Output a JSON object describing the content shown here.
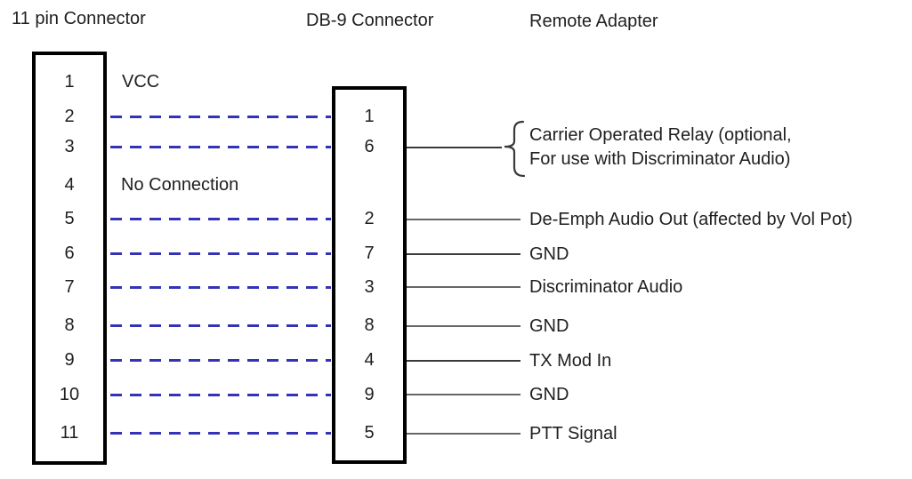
{
  "diagram": {
    "headers": {
      "left": "11 pin Connector",
      "middle": "DB-9 Connector",
      "right": "Remote Adapter"
    },
    "left_connector": {
      "name": "11 pin Connector",
      "pins": [
        "1",
        "2",
        "3",
        "4",
        "5",
        "6",
        "7",
        "8",
        "9",
        "10",
        "11"
      ]
    },
    "db9_connector": {
      "name": "DB-9 Connector",
      "pins": [
        "1",
        "6",
        "2",
        "7",
        "3",
        "8",
        "4",
        "9",
        "5"
      ]
    },
    "pin_notes": {
      "vcc": "VCC",
      "no_connection": "No Connection"
    },
    "signal_labels": {
      "carrier_line1": "Carrier Operated Relay (optional,",
      "carrier_line2": "For use with Discriminator Audio)",
      "de_emph": "De-Emph Audio Out (affected by Vol Pot)",
      "gnd_7": "GND",
      "discriminator": "Discriminator Audio",
      "gnd_8": "GND",
      "tx_mod": "TX Mod In",
      "gnd_9": "GND",
      "ptt": "PTT Signal"
    },
    "connections": [
      {
        "from_11pin": "2",
        "to_db9": "1"
      },
      {
        "from_11pin": "3",
        "to_db9": "6"
      },
      {
        "from_11pin": "5",
        "to_db9": "2"
      },
      {
        "from_11pin": "6",
        "to_db9": "7"
      },
      {
        "from_11pin": "7",
        "to_db9": "3"
      },
      {
        "from_11pin": "8",
        "to_db9": "8"
      },
      {
        "from_11pin": "9",
        "to_db9": "4"
      },
      {
        "from_11pin": "10",
        "to_db9": "9"
      },
      {
        "from_11pin": "11",
        "to_db9": "5"
      }
    ],
    "colors": {
      "dashed_wire": "#3533b5",
      "solid_wire": "#666666",
      "box_border": "#000000",
      "text": "#1f1f1f",
      "background": "#ffffff"
    }
  }
}
